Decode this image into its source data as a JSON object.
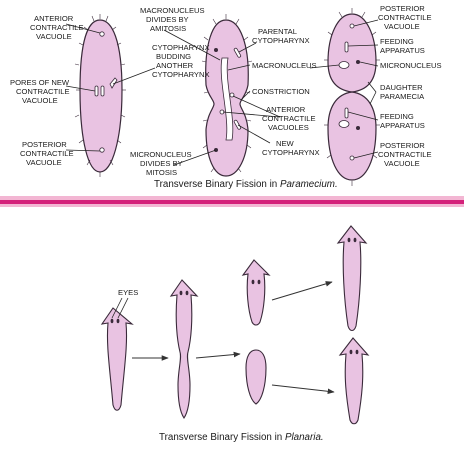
{
  "paramecium": {
    "labels_left": {
      "anterior_cv_1": "ANTERIOR",
      "anterior_cv_2": "CONTRACTILE",
      "anterior_cv_3": "VACUOLE",
      "pores_1": "PORES OF NEW",
      "pores_2": "CONTRACTILE",
      "pores_3": "VACUOLE",
      "posterior_cv_1": "POSTERIOR",
      "posterior_cv_2": "CONTRACTILE",
      "posterior_cv_3": "VACUOLE"
    },
    "labels_middle": {
      "macro_amitosis_1": "MACRONUCLEUS",
      "macro_amitosis_2": "DIVIDES BY",
      "macro_amitosis_3": "AMITOSIS",
      "cyto_bud_1": "CYTOPHARYNX",
      "cyto_bud_2": "BUDDING",
      "cyto_bud_3": "ANOTHER",
      "cyto_bud_4": "CYTOPHARYNX",
      "micro_mitosis_1": "MICRONUCLEUS",
      "micro_mitosis_2": "DIVIDES BY",
      "micro_mitosis_3": "MITOSIS",
      "parental_cyto_1": "PARENTAL",
      "parental_cyto_2": "CYTOPHARYNX",
      "macronucleus": "MACRONUCLEUS",
      "constriction": "CONSTRICTION",
      "anterior_cvs_1": "ANTERIOR",
      "anterior_cvs_2": "CONTRACTILE",
      "anterior_cvs_3": "VACUOLES",
      "new_cyto_1": "NEW",
      "new_cyto_2": "CYTOPHARYNX"
    },
    "labels_right": {
      "posterior_cv_1": "POSTERIOR",
      "posterior_cv_2": "CONTRACTILE",
      "posterior_cv_3": "VACUOLE",
      "feeding_1": "FEEDING",
      "feeding_2": "APPARATUS",
      "micronucleus": "MICRONUCLEUS",
      "daughter_1": "DAUGHTER",
      "daughter_2": "PARAMECIA",
      "feeding_b_1": "FEEDING",
      "feeding_b_2": "APPARATUS",
      "posterior_b_1": "POSTERIOR",
      "posterior_b_2": "CONTRACTILE",
      "posterior_b_3": "VACUOLE"
    },
    "caption_prefix": "Transverse Binary Fission in ",
    "caption_organism": "Paramecium."
  },
  "planaria": {
    "eyes_label": "EYES",
    "caption_prefix": "Transverse Binary Fission in ",
    "caption_organism": "Planaria."
  },
  "colors": {
    "cell_fill": "#e9c3e2",
    "cell_stroke": "#3a2a3a",
    "divider": "#d4207a",
    "divider_light": "#f3b6d3"
  }
}
